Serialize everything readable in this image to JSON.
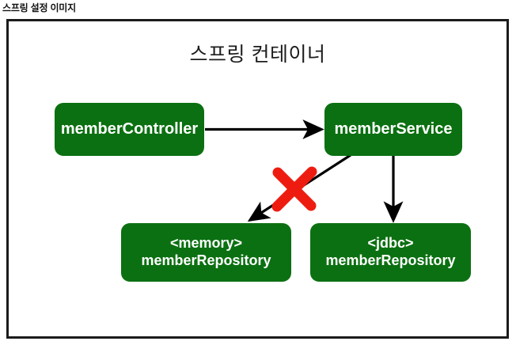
{
  "page": {
    "heading": "스프링 설정 이미지"
  },
  "diagram": {
    "title": "스프링 컨테이너",
    "colors": {
      "node_fill": "#0b7011",
      "node_text": "#ffffff",
      "frame_border": "#1b1b1b",
      "connector": "#000000",
      "cross_mark": "#ee1c10",
      "canvas": "#ffffff"
    },
    "nodes": [
      {
        "id": "member-controller",
        "line1": "memberController",
        "line2": ""
      },
      {
        "id": "member-service",
        "line1": "memberService",
        "line2": ""
      },
      {
        "id": "memory-repository",
        "line1": "<memory>",
        "line2": "memberRepository"
      },
      {
        "id": "jdbc-repository",
        "line1": "<jdbc>",
        "line2": "memberRepository"
      }
    ],
    "connectors": [
      {
        "id": "controller-to-service",
        "from": "member-controller",
        "to": "member-service",
        "style": "solid-arrow",
        "disabled": false
      },
      {
        "id": "service-to-memory-repository",
        "from": "member-service",
        "to": "memory-repository",
        "style": "solid-arrow",
        "disabled": true
      },
      {
        "id": "service-to-jdbc-repository",
        "from": "member-service",
        "to": "jdbc-repository",
        "style": "solid-arrow",
        "disabled": false
      }
    ],
    "annotations": [
      {
        "id": "cross-mark",
        "kind": "cross-out-marker",
        "targets": "service-to-memory-repository"
      }
    ]
  }
}
